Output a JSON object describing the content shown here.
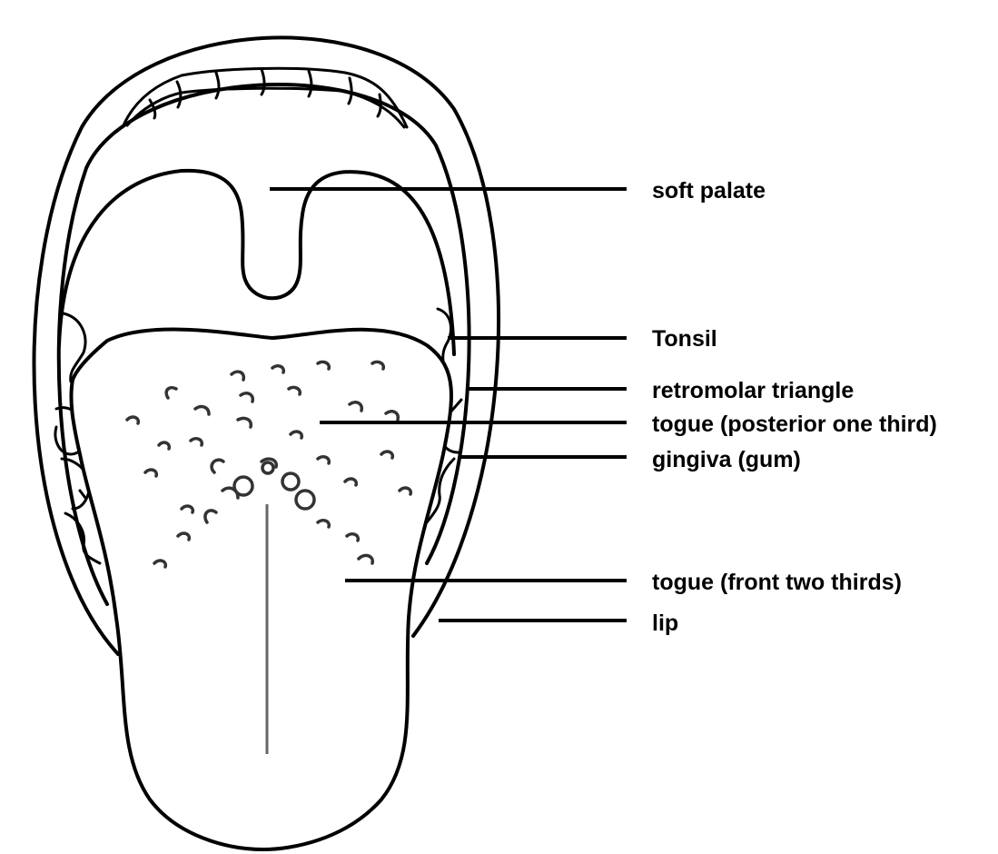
{
  "labels": {
    "soft_palate": "soft palate",
    "tonsil": "Tonsil",
    "retromolar_triangle": "retromolar triangle",
    "tongue_posterior": "togue (posterior one third)",
    "gingiva": "gingiva (gum)",
    "tongue_front": "togue (front two thirds)",
    "lip": "lip"
  },
  "colors": {
    "line": "#000000",
    "background": "#ffffff",
    "midline": "#666666"
  }
}
